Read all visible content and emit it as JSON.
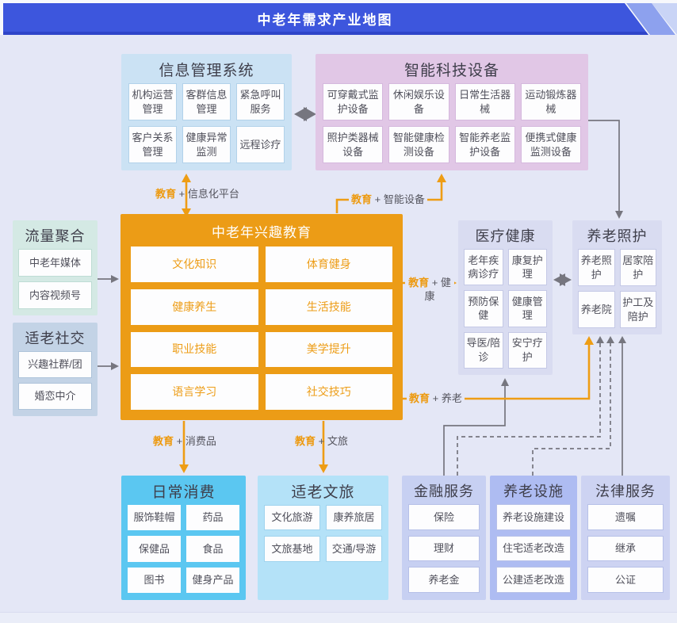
{
  "header": {
    "title": "中老年需求产业地图"
  },
  "panels": {
    "info": {
      "title": "信息管理系统",
      "items": [
        "机构运营管理",
        "客群信息管理",
        "紧急呼叫服务",
        "客户关系管理",
        "健康异常监测",
        "远程诊疗"
      ]
    },
    "smart": {
      "title": "智能科技设备",
      "items": [
        "可穿戴式监护设备",
        "休闲娱乐设备",
        "日常生活器械",
        "运动锻炼器械",
        "照护类器械设备",
        "智能健康检测设备",
        "智能养老监护设备",
        "便携式健康监测设备"
      ]
    },
    "traffic": {
      "title": "流量聚合",
      "items": [
        "中老年媒体",
        "内容视频号"
      ]
    },
    "social": {
      "title": "适老社交",
      "items": [
        "兴趣社群/团",
        "婚恋中介"
      ]
    },
    "edu": {
      "title": "中老年兴趣教育",
      "items": [
        "文化知识",
        "体育健身",
        "健康养生",
        "生活技能",
        "职业技能",
        "美学提升",
        "语言学习",
        "社交技巧"
      ]
    },
    "medical": {
      "title": "医疗健康",
      "items": [
        "老年疾病诊疗",
        "康复护理",
        "预防保健",
        "健康管理",
        "导医/陪诊",
        "安宁疗护"
      ]
    },
    "care": {
      "title": "养老照护",
      "items": [
        "养老照护",
        "居家陪护",
        "养老院",
        "护工及陪护"
      ]
    },
    "daily": {
      "title": "日常消费",
      "items": [
        "服饰鞋帽",
        "药品",
        "保健品",
        "食品",
        "图书",
        "健身产品"
      ]
    },
    "travel": {
      "title": "适老文旅",
      "items": [
        "文化旅游",
        "康养旅居",
        "文旅基地",
        "交通/导游"
      ]
    },
    "finance": {
      "title": "金融服务",
      "items": [
        "保险",
        "理财",
        "养老金"
      ]
    },
    "facility": {
      "title": "养老设施",
      "items": [
        "养老设施建设",
        "住宅适老改造",
        "公建适老改造"
      ]
    },
    "legal": {
      "title": "法律服务",
      "items": [
        "遗嘱",
        "继承",
        "公证"
      ]
    }
  },
  "labels": {
    "info_platform": {
      "hl": "教育",
      "rest": " + 信息化平台"
    },
    "smart_device": {
      "hl": "教育",
      "rest": " + 智能设备"
    },
    "health": {
      "hl": "教育",
      "rest": " + 健康"
    },
    "elder_care": {
      "hl": "教育",
      "rest": " + 养老"
    },
    "consumer": {
      "hl": "教育",
      "rest": " + 消费品"
    },
    "culture_travel": {
      "hl": "教育",
      "rest": " + 文旅"
    }
  },
  "colors": {
    "accent_orange": "#EC9C16",
    "header_blue": "#3D56DD",
    "canvas": "#E4E7F6"
  }
}
